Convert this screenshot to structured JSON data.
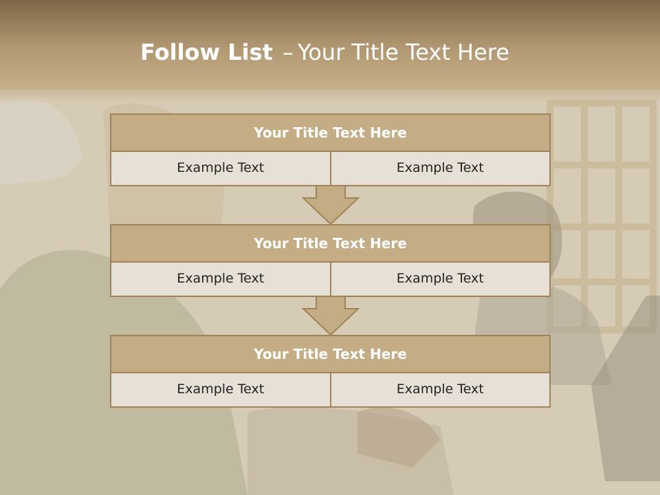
{
  "title": {
    "bold": "Follow List",
    "dash": "–",
    "rest": "Your Title Text Here"
  },
  "blocks": [
    {
      "header": "Your Title Text Here",
      "left": "Example Text",
      "right": "Example Text"
    },
    {
      "header": "Your Title Text Here",
      "left": "Example Text",
      "right": "Example Text"
    },
    {
      "header": "Your Title Text Here",
      "left": "Example Text",
      "right": "Example Text"
    }
  ],
  "colors": {
    "header_fill": "#c4ad85",
    "border": "#a08358",
    "cell_fill": "#e7e0d6",
    "title_bar": "#b59d74"
  }
}
